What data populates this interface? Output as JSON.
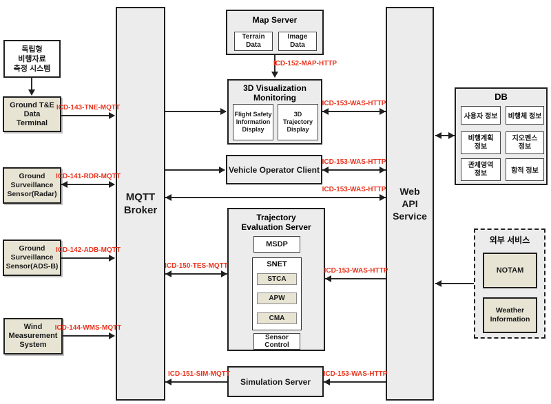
{
  "nodes": {
    "standalone_system": {
      "label": "독립형\n비행자료\n측정 시스템"
    },
    "ground_te": {
      "label": "Ground T&E\nData\nTerminal"
    },
    "radar": {
      "label": "Ground\nSurveillance\nSensor(Radar)"
    },
    "adsb": {
      "label": "Ground\nSurveillance\nSensor(ADS-B)"
    },
    "wind": {
      "label": "Wind\nMeasurement\nSystem"
    },
    "mqtt_broker": {
      "label": "MQTT\nBroker"
    },
    "web_api": {
      "label": "Web\nAPI\nService"
    },
    "map_server": {
      "title": "Map Server",
      "terrain": "Terrain\nData",
      "image": "Image\nData"
    },
    "viz": {
      "title": "3D Visualization\nMonitoring",
      "flight_safety": "Flight Safety\nInformation\nDisplay",
      "trajectory": "3D\nTrajectory\nDisplay"
    },
    "voc": {
      "label": "Vehicle Operator Client"
    },
    "tes": {
      "title": "Trajectory\nEvaluation Server",
      "msdp": "MSDP",
      "snet": "SNET",
      "stca": "STCA",
      "apw": "APW",
      "cma": "CMA",
      "sensor_control": "Sensor\nControl"
    },
    "sim": {
      "label": "Simulation Server"
    },
    "db": {
      "title": "DB",
      "cells": [
        "사용자 정보",
        "비행체 정보",
        "비행계획\n정보",
        "지오펜스\n정보",
        "관제영역\n정보",
        "항적 정보"
      ]
    },
    "external": {
      "title": "외부 서비스",
      "notam": "NOTAM",
      "weather": "Weather\nInformation"
    }
  },
  "links": {
    "icd_143": "ICD-143-TNE-MQTT",
    "icd_141": "ICD-141-RDR-MQTT",
    "icd_142": "ICD-142-ADB-MQTT",
    "icd_144": "ICD-144-WMS-MQTT",
    "icd_152": "ICD-152-MAP-HTTP",
    "icd_150": "ICD-150-TES-MQTT",
    "icd_151": "ICD-151-SIM-MQTT",
    "icd_153": "ICD-153-WAS-HTTP"
  },
  "colors": {
    "box_beige": "#e8e4d4",
    "box_gray": "#ececec",
    "link_red": "#e8351f"
  }
}
